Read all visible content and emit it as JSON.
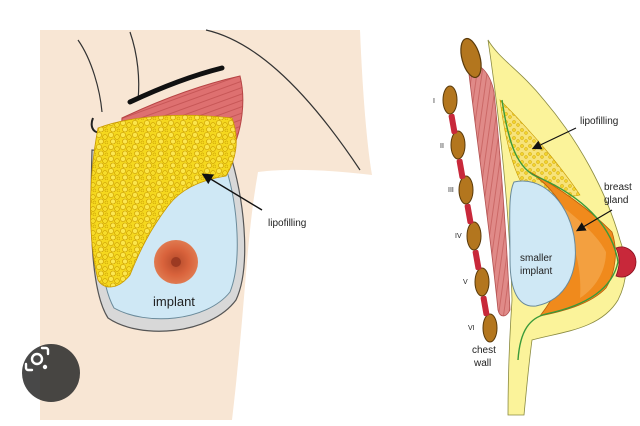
{
  "labels": {
    "left_implant": "implant",
    "left_lipofilling": "lipofilling",
    "right_lipofilling": "lipofilling",
    "breast_gland_line1": "breast",
    "breast_gland_line2": "gland",
    "smaller_implant_line1": "smaller",
    "smaller_implant_line2": "implant",
    "chest_wall_line1": "chest",
    "chest_wall_line2": "wall"
  },
  "rib_numerals": [
    "I",
    "II",
    "III",
    "IV",
    "V",
    "VI"
  ],
  "colors": {
    "skin": "#f8e6d4",
    "fat": "#f2d21a",
    "fat_dark": "#c99a00",
    "muscle": "#dc6a6a",
    "implant": "#cfe8f5",
    "gland": "#f08a1c",
    "rib": "#b3761e",
    "cartilage": "#c8283a",
    "nipple": "#d9633c"
  },
  "lens_icon": "google-lens-icon"
}
